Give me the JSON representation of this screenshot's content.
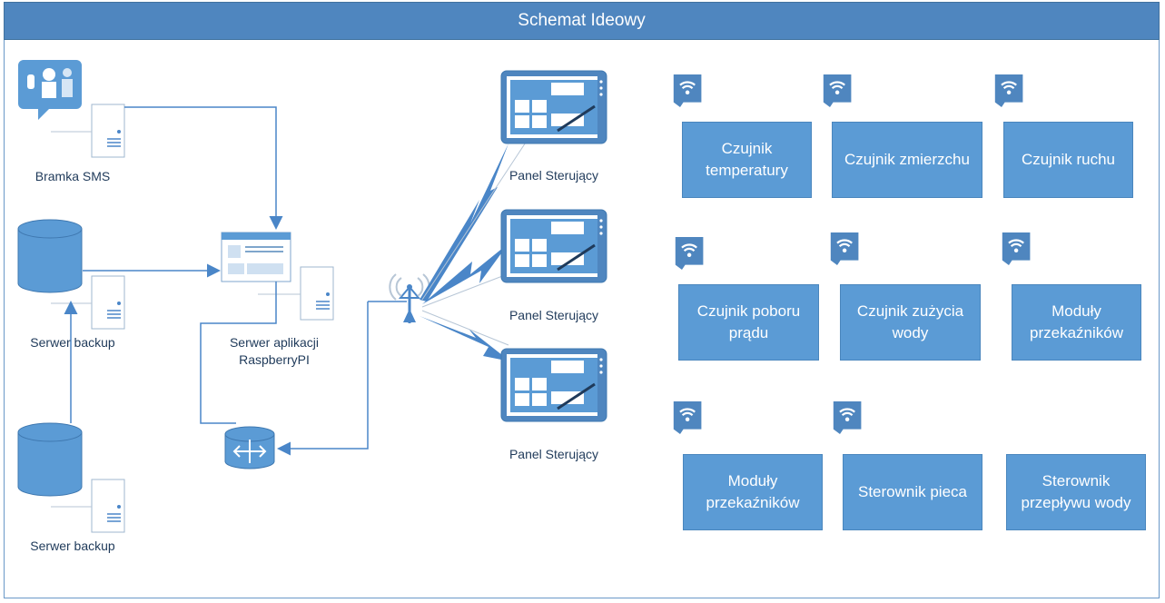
{
  "title": "Schemat Ideowy",
  "labels": {
    "sms": "Bramka SMS",
    "backup1": "Serwer backup",
    "backup2": "Serwer backup",
    "app_line1": "Serwer aplikacji",
    "app_line2": "RaspberryPI",
    "panel1": "Panel Sterujący",
    "panel2": "Panel Sterujący",
    "panel3": "Panel Sterujący"
  },
  "devices": [
    {
      "label": "Czujnik temperatury",
      "wireless": true
    },
    {
      "label": "Czujnik zmierzchu",
      "wireless": true
    },
    {
      "label": "Czujnik ruchu",
      "wireless": true
    },
    {
      "label": "Czujnik poboru prądu",
      "wireless": true
    },
    {
      "label": "Czujnik zużycia wody",
      "wireless": true
    },
    {
      "label": "Moduły przekaźników",
      "wireless": true
    },
    {
      "label": "Moduły przekaźników",
      "wireless": true
    },
    {
      "label": "Sterownik pieca",
      "wireless": true
    },
    {
      "label": "Sterownik przepływu wody",
      "wireless": false
    }
  ],
  "colors": {
    "accent": "#5b9bd5",
    "title_bg": "#4f86bf",
    "line": "#4a86c8"
  }
}
